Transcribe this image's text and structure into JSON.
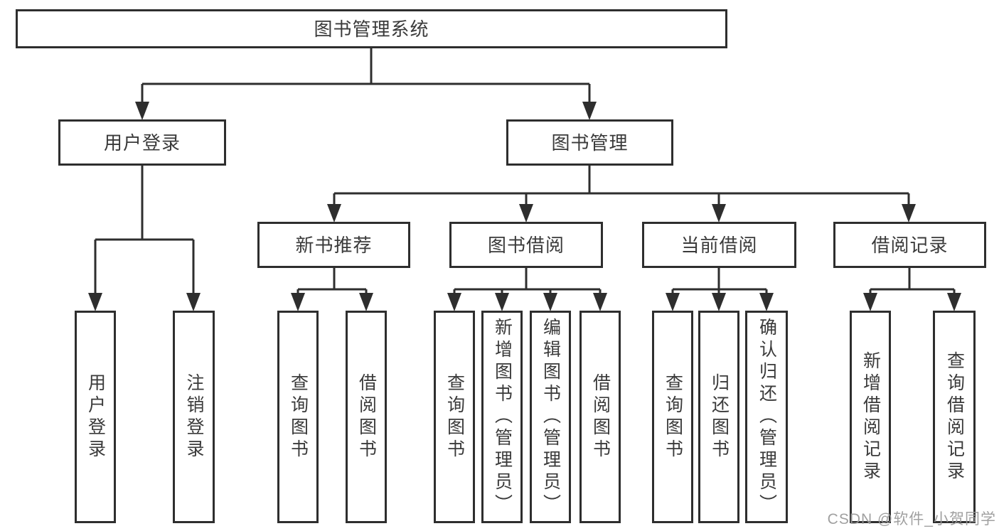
{
  "diagram": {
    "root": {
      "label": "图书管理系统",
      "children": [
        {
          "label": "用户登录",
          "children": [
            {
              "label": "用户登录"
            },
            {
              "label": "注销登录"
            }
          ]
        },
        {
          "label": "图书管理",
          "children": [
            {
              "label": "新书推荐",
              "children": [
                {
                  "label": "查询图书"
                },
                {
                  "label": "借阅图书"
                }
              ]
            },
            {
              "label": "图书借阅",
              "children": [
                {
                  "label": "查询图书"
                },
                {
                  "label": "新增图书（管理员）"
                },
                {
                  "label": "编辑图书（管理员）"
                },
                {
                  "label": "借阅图书"
                }
              ]
            },
            {
              "label": "当前借阅",
              "children": [
                {
                  "label": "查询图书"
                },
                {
                  "label": "归还图书"
                },
                {
                  "label": "确认归还（管理员）"
                }
              ]
            },
            {
              "label": "借阅记录",
              "children": [
                {
                  "label": "新增借阅记录"
                },
                {
                  "label": "查询借阅记录"
                }
              ]
            }
          ]
        }
      ]
    },
    "line_color": "#2e2e2e",
    "box_border_color": "#2e2e2e",
    "text_color": "#3a3a3a",
    "background_color": "#ffffff"
  },
  "watermark": {
    "text": "CSDN @软件_小贺同学",
    "color": "#989898"
  }
}
